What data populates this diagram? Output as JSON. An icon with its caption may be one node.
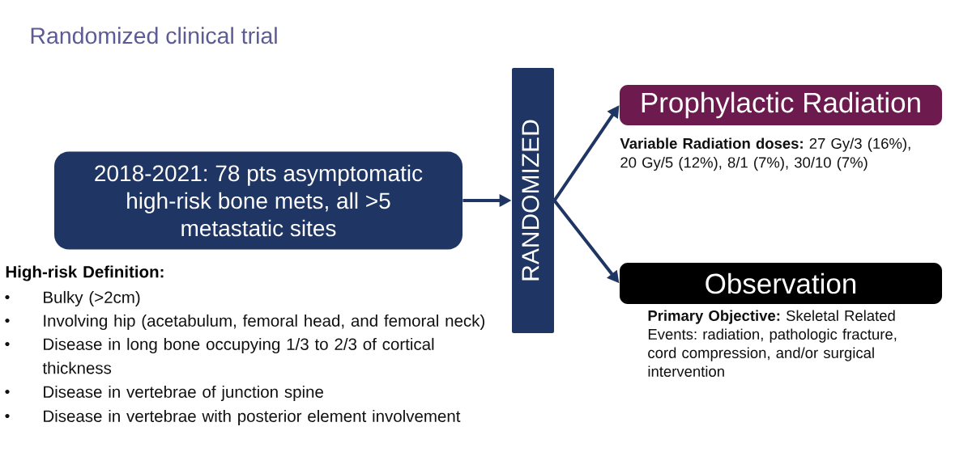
{
  "diagram": {
    "title": "Randomized clinical trial",
    "nodes": [
      {
        "text": [
          "2018-2021: 78 pts asymptomatic high-risk bone mets, all >5 metastatic sites"
        ]
      },
      {
        "text": [
          "RANDOMIZED"
        ]
      },
      {
        "text": [
          "Prophylactic Radiation"
        ],
        "beside": [
          "**Variable Radiation doses:** 27 Gy/3 (16%), 20 Gy/5 (12%), 8/1 (7%), 30/10 (7%)"
        ]
      },
      {
        "text": [
          "Observation"
        ],
        "beside": [
          "**Primary Objective:** Skeletal Related Events: radiation, pathologic fracture, cord compression, and/or surgical intervention"
        ]
      }
    ],
    "edges": [
      {
        "from": 0,
        "to": 1,
        "arrow": "to"
      },
      {
        "from": 1,
        "to": 2,
        "arrow": "to"
      },
      {
        "from": 1,
        "to": 3,
        "arrow": "to"
      }
    ],
    "labels": [
      "High-risk Definition:",
      "Bulky (>2cm)",
      "Involving hip (acetabulum, femoral head, and femoral neck)",
      "Disease in long bone occupying 1/3 to 2/3 of cortical thickness",
      "Disease in vertebrae of junction spine",
      "Disease in vertebrae with posterior element involvement"
    ]
  }
}
